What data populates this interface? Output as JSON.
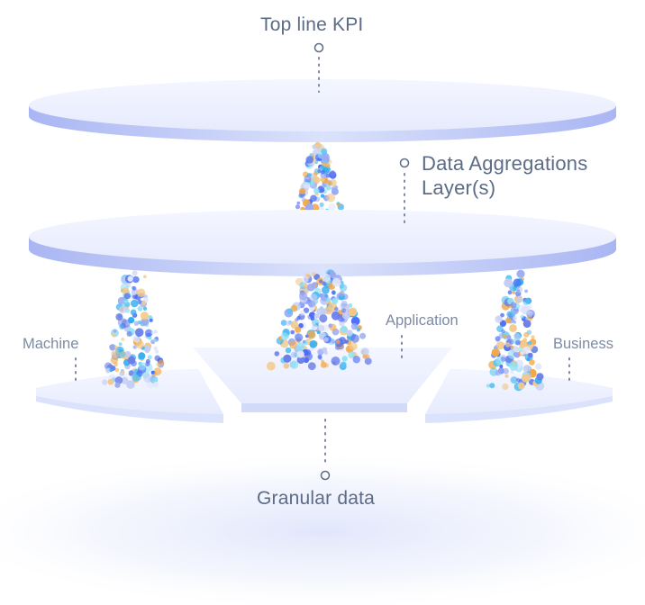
{
  "labels": {
    "top_kpi": "Top line KPI",
    "aggregation_line1": "Data Aggregations",
    "aggregation_line2": "Layer(s)",
    "machine": "Machine",
    "application": "Application",
    "business": "Business",
    "granular": "Granular data"
  },
  "colors": {
    "text_dark": "#5c6b86",
    "text_light": "#7e8aa2",
    "disc_top": "#eef2ff",
    "disc_edge": "#b6c1f6",
    "connector": "#7f88a3",
    "dots": [
      "#4a6cf7",
      "#6a7ee8",
      "#58c4f5",
      "#35aef0",
      "#9aaaf3",
      "#c3cdf4",
      "#e1e6fb",
      "#f1a94a",
      "#f2c98a",
      "#8fe0f5"
    ]
  },
  "layers": [
    "top-kpi-disc",
    "aggregation-disc",
    "machine-platform",
    "application-platform",
    "business-platform"
  ]
}
